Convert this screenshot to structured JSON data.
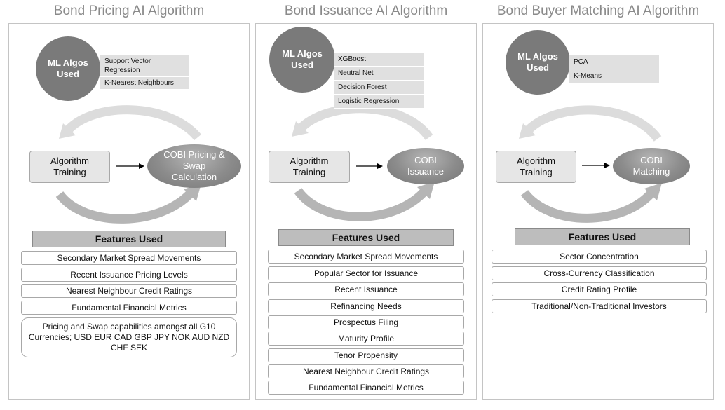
{
  "columns": [
    {
      "title": "Bond Pricing AI Algorithm",
      "ml_label": "ML Algos Used",
      "algos": [
        "Support Vector Regression",
        "K-Nearest Neighbours"
      ],
      "training": "Algorithm Training",
      "output": "COBI Pricing & Swap Calculation",
      "features_header": "Features Used",
      "features": [
        "Secondary Market Spread Movements",
        "Recent Issuance Pricing Levels",
        "Nearest Neighbour Credit Ratings",
        "Fundamental Financial Metrics",
        "Pricing and Swap capabilities amongst all G10 Currencies; USD EUR CAD GBP JPY NOK AUD NZD CHF SEK"
      ]
    },
    {
      "title": "Bond Issuance AI Algorithm",
      "ml_label": "ML Algos Used",
      "algos": [
        "XGBoost",
        "Neutral Net",
        "Decision Forest",
        "Logistic Regression"
      ],
      "training": "Algorithm Training",
      "output": "COBI Issuance",
      "features_header": "Features Used",
      "features": [
        "Secondary Market Spread Movements",
        "Popular Sector for Issuance",
        "Recent Issuance",
        "Refinancing Needs",
        "Prospectus Filing",
        "Maturity Profile",
        "Tenor Propensity",
        "Nearest Neighbour Credit Ratings",
        "Fundamental Financial Metrics"
      ]
    },
    {
      "title": "Bond Buyer Matching AI Algorithm",
      "ml_label": "ML Algos Used",
      "algos": [
        "PCA",
        "K-Means"
      ],
      "training": "Algorithm Training",
      "output": "COBI Matching",
      "features_header": "Features Used",
      "features": [
        "Sector Concentration",
        "Cross-Currency Classification",
        "Credit Rating Profile",
        "Traditional/Non-Traditional Investors"
      ]
    }
  ]
}
